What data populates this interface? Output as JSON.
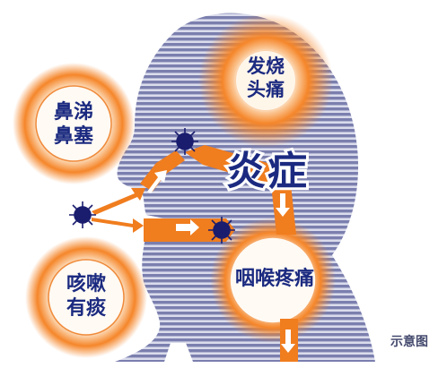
{
  "symptoms": {
    "fever_headache": [
      "发烧",
      "头痛"
    ],
    "runny_blocked_nose": [
      "鼻涕",
      "鼻塞"
    ],
    "cough_phlegm": [
      "咳嗽",
      "有痰"
    ],
    "sore_throat": "咽喉疼痛"
  },
  "center_label": "炎症",
  "footnote": "示意图",
  "colors": {
    "head": "#7b7fae",
    "stripe": "#dadcec",
    "arrow": "#f07d1e",
    "glow": "#f5862a",
    "text": "#1b2a80",
    "germ": "#1a1d6e"
  }
}
